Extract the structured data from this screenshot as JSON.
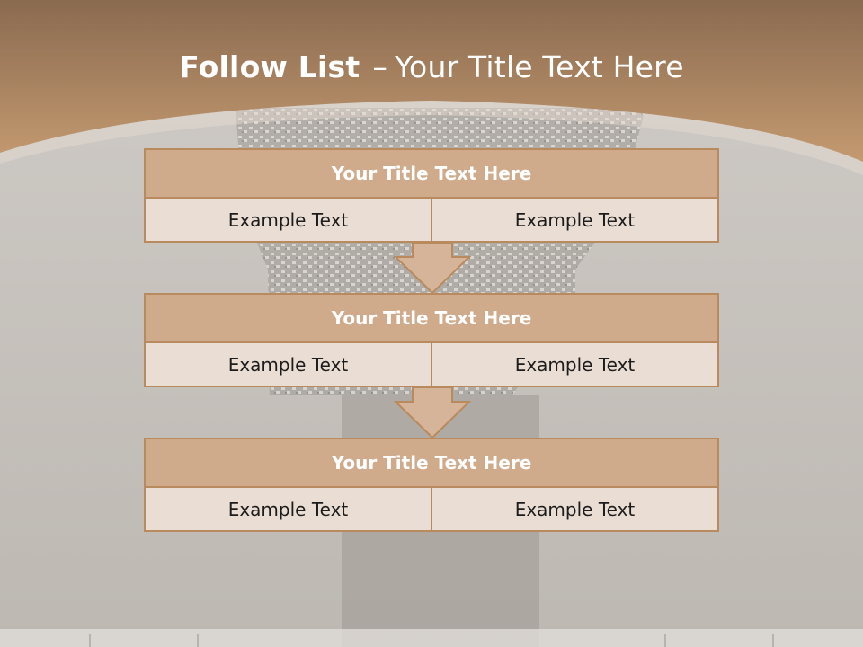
{
  "slide": {
    "title_bold": "Follow List",
    "title_separator": "–",
    "title_rest": "Your Title Text Here"
  },
  "steps": [
    {
      "title": "Your Title Text Here",
      "left": "Example Text",
      "right": "Example Text"
    },
    {
      "title": "Your Title Text Here",
      "left": "Example Text",
      "right": "Example Text"
    },
    {
      "title": "Your Title Text Here",
      "left": "Example Text",
      "right": "Example Text"
    }
  ],
  "colors": {
    "banner_top": "#8a6a50",
    "banner_bottom": "#c49a70",
    "header_fill": "#cfab8c",
    "cell_fill": "#eaddd3",
    "border": "#b98a5e",
    "title_text": "#ffffff"
  }
}
